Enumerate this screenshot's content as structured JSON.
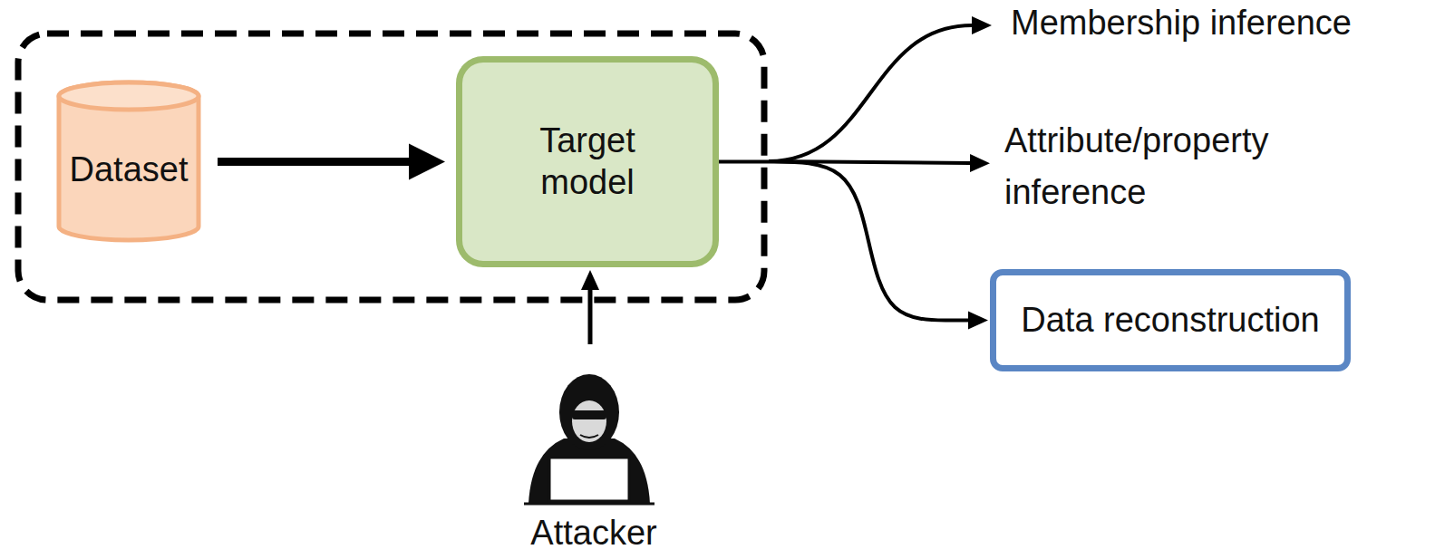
{
  "diagram": {
    "nodes": [
      {
        "text": [
          "Dataset"
        ]
      },
      {
        "text": [
          "Target model"
        ]
      },
      {
        "text": [
          "Data reconstruction"
        ]
      }
    ],
    "edges": [
      {
        "from": 0,
        "to": 1,
        "arrow": "to"
      },
      {
        "from": 1,
        "to": 2,
        "arrow": "to"
      }
    ],
    "labels": [
      "Membership inference",
      "Attribute/property inference",
      "Attacker"
    ]
  }
}
